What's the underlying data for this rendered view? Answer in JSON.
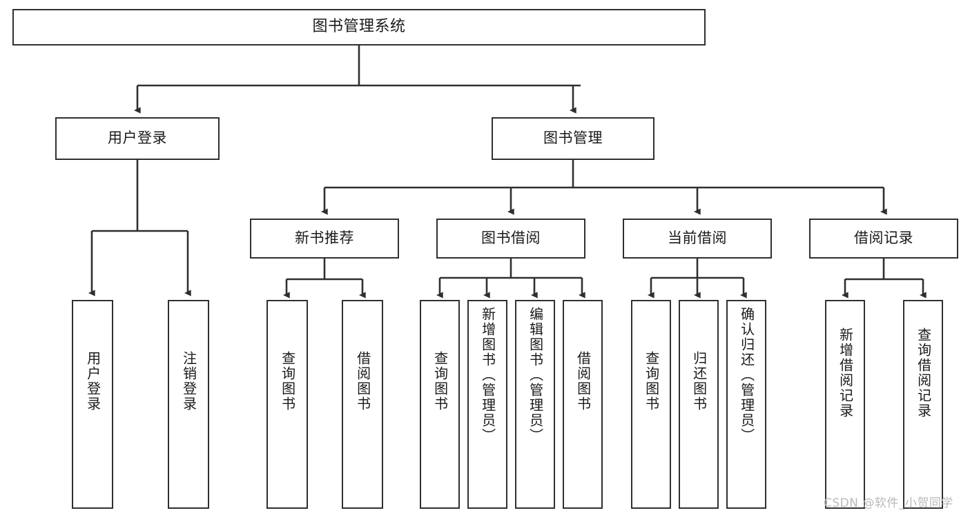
{
  "diagram": {
    "title": "图书管理系统",
    "type": "hierarchy-tree",
    "root": {
      "id": "root",
      "label": "图书管理系统"
    },
    "level2": [
      {
        "id": "user-login",
        "label": "用户登录"
      },
      {
        "id": "book-manage",
        "label": "图书管理"
      }
    ],
    "level3": [
      {
        "id": "new-book-recommend",
        "label": "新书推荐",
        "parent": "book-manage"
      },
      {
        "id": "book-borrow",
        "label": "图书借阅",
        "parent": "book-manage"
      },
      {
        "id": "current-borrow",
        "label": "当前借阅",
        "parent": "book-manage"
      },
      {
        "id": "borrow-record",
        "label": "借阅记录",
        "parent": "book-manage"
      }
    ],
    "leaves": [
      {
        "id": "leaf-user-login",
        "label": "用户登录",
        "parent": "user-login"
      },
      {
        "id": "leaf-user-logout",
        "label": "注销登录",
        "parent": "user-login"
      },
      {
        "id": "leaf-query-book-1",
        "label": "查询图书",
        "parent": "new-book-recommend"
      },
      {
        "id": "leaf-borrow-book-1",
        "label": "借阅图书",
        "parent": "new-book-recommend"
      },
      {
        "id": "leaf-query-book-2",
        "label": "查询图书",
        "parent": "book-borrow"
      },
      {
        "id": "leaf-add-book",
        "label": "新增图书（管理员）",
        "parent": "book-borrow"
      },
      {
        "id": "leaf-edit-book",
        "label": "编辑图书（管理员）",
        "parent": "book-borrow"
      },
      {
        "id": "leaf-borrow-book-2",
        "label": "借阅图书",
        "parent": "book-borrow"
      },
      {
        "id": "leaf-query-book-3",
        "label": "查询图书",
        "parent": "current-borrow"
      },
      {
        "id": "leaf-return-book",
        "label": "归还图书",
        "parent": "current-borrow"
      },
      {
        "id": "leaf-confirm-return",
        "label": "确认归还（管理员）",
        "parent": "current-borrow"
      },
      {
        "id": "leaf-add-record",
        "label": "新增借阅记录",
        "parent": "borrow-record"
      },
      {
        "id": "leaf-query-record",
        "label": "查询借阅记录",
        "parent": "borrow-record"
      }
    ],
    "watermark": "CSDN @软件_小贺同学",
    "colors": {
      "stroke": "#2f2f2f",
      "fill": "#ffffff",
      "text": "#1a1a1a",
      "watermark": "#b9b9b9"
    }
  }
}
